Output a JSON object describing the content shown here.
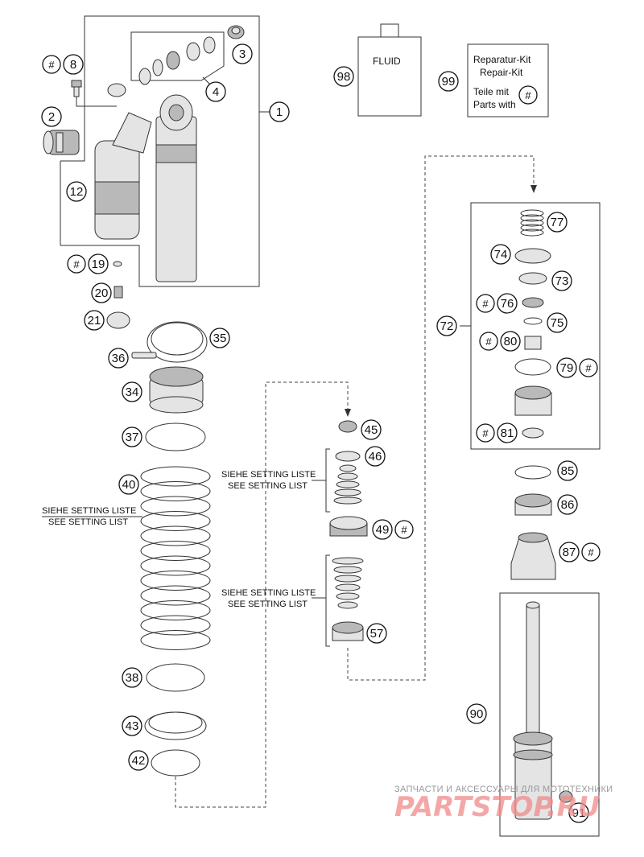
{
  "callouts": {
    "c1": "1",
    "c2": "2",
    "c3": "3",
    "c4": "4",
    "c8": "8",
    "c12": "12",
    "c19": "19",
    "c20": "20",
    "c21": "21",
    "c34": "34",
    "c35": "35",
    "c36": "36",
    "c37": "37",
    "c38": "38",
    "c40": "40",
    "c42": "42",
    "c43": "43",
    "c45": "45",
    "c46": "46",
    "c49": "49",
    "c57": "57",
    "c72": "72",
    "c73": "73",
    "c74": "74",
    "c75": "75",
    "c76": "76",
    "c77": "77",
    "c79": "79",
    "c80": "80",
    "c81": "81",
    "c85": "85",
    "c86": "86",
    "c87": "87",
    "c90": "90",
    "c91": "91",
    "c98": "98",
    "c99": "99"
  },
  "hash_symbol": "#",
  "notes": {
    "siehe_setting_liste": "SIEHE SETTING LISTE",
    "see_setting_list": "SEE SETTING LIST"
  },
  "fluid_label": "FLUID",
  "repair_kit": {
    "line1": "Reparatur-Kit",
    "line2": "Repair-Kit",
    "line3": "Teile mit",
    "line4": "Parts with"
  },
  "watermark": {
    "tagline": "ЗАПЧАСТИ И АКСЕССУАРЫ ДЛЯ МОТОТЕХНИКИ",
    "brand": "PARTSTOP.RU"
  }
}
